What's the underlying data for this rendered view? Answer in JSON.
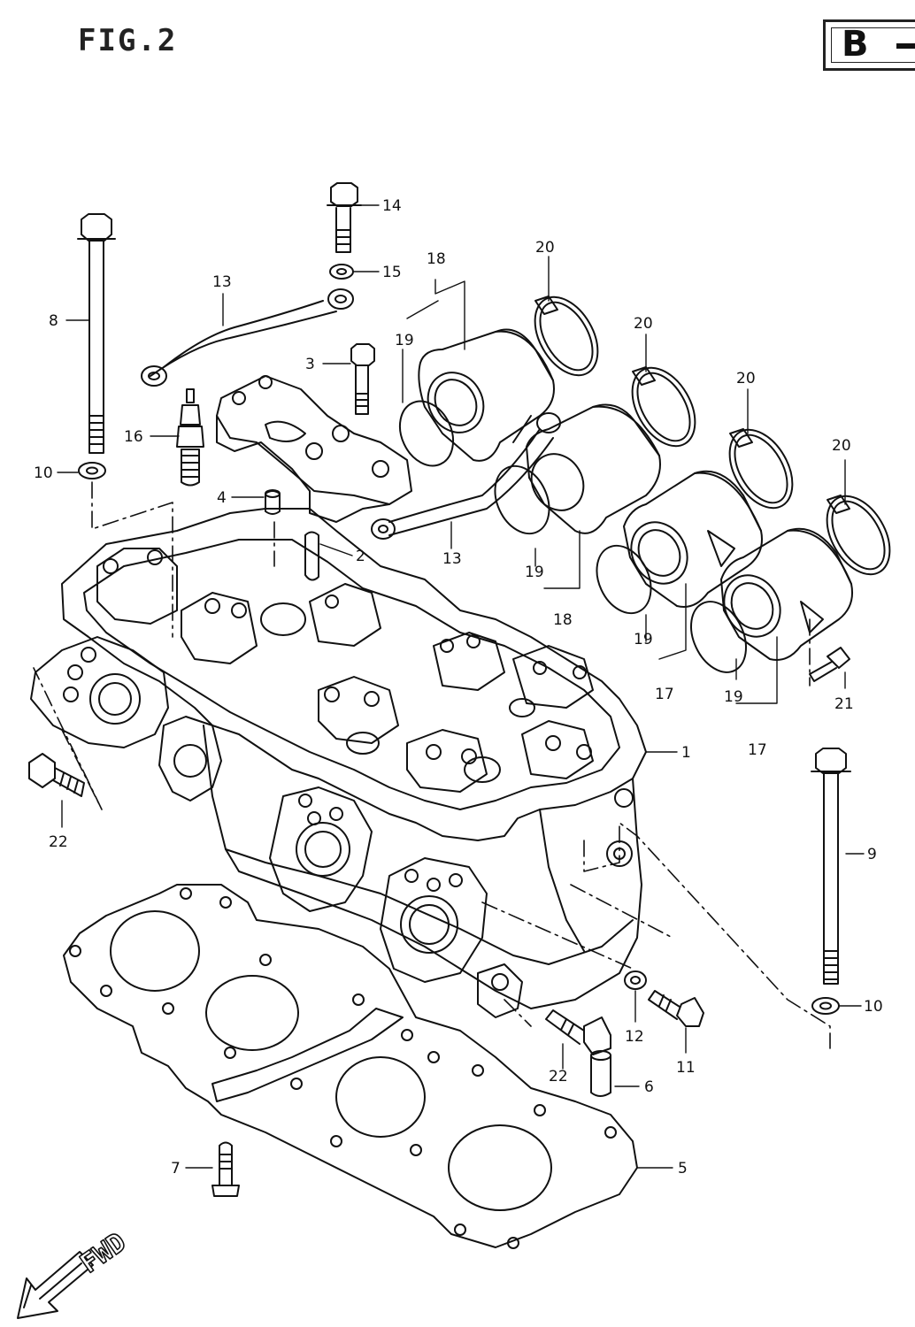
{
  "figure": {
    "title": "FIG.2",
    "section_letter": "B",
    "fwd_label": "FWD"
  },
  "callouts": [
    {
      "id": "c14",
      "label": "14"
    },
    {
      "id": "c15",
      "label": "15"
    },
    {
      "id": "c18a",
      "label": "18"
    },
    {
      "id": "c13a",
      "label": "13"
    },
    {
      "id": "c8",
      "label": "8"
    },
    {
      "id": "c3",
      "label": "3"
    },
    {
      "id": "c19a",
      "label": "19"
    },
    {
      "id": "c16",
      "label": "16"
    },
    {
      "id": "c10a",
      "label": "10"
    },
    {
      "id": "c4",
      "label": "4"
    },
    {
      "id": "c2",
      "label": "2"
    },
    {
      "id": "c13b",
      "label": "13"
    },
    {
      "id": "c19b",
      "label": "19"
    },
    {
      "id": "c18b",
      "label": "18"
    },
    {
      "id": "c20a",
      "label": "20"
    },
    {
      "id": "c20b",
      "label": "20"
    },
    {
      "id": "c20c",
      "label": "20"
    },
    {
      "id": "c20d",
      "label": "20"
    },
    {
      "id": "c19c",
      "label": "19"
    },
    {
      "id": "c17a",
      "label": "17"
    },
    {
      "id": "c19d",
      "label": "19"
    },
    {
      "id": "c17b",
      "label": "17"
    },
    {
      "id": "c21",
      "label": "21"
    },
    {
      "id": "c1",
      "label": "1"
    },
    {
      "id": "c9",
      "label": "9"
    },
    {
      "id": "c22a",
      "label": "22"
    },
    {
      "id": "c10b",
      "label": "10"
    },
    {
      "id": "c12",
      "label": "12"
    },
    {
      "id": "c11",
      "label": "11"
    },
    {
      "id": "c22b",
      "label": "22"
    },
    {
      "id": "c6",
      "label": "6"
    },
    {
      "id": "c7",
      "label": "7"
    },
    {
      "id": "c5",
      "label": "5"
    }
  ]
}
